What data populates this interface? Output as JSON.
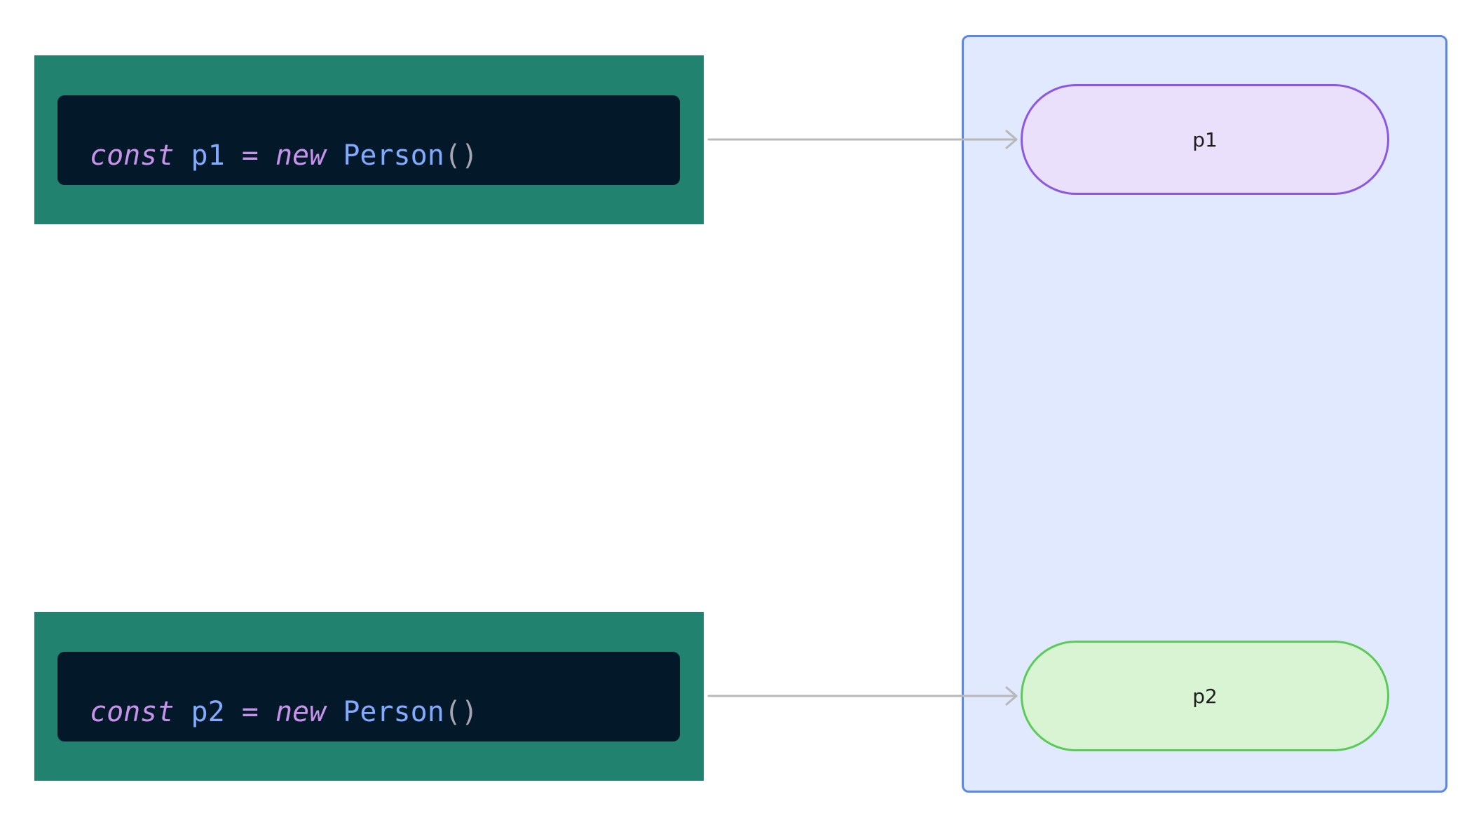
{
  "code_blocks": [
    {
      "keyword_const": "const",
      "variable": "p1",
      "operator": "=",
      "keyword_new": "new",
      "class_name": "Person",
      "parens": "()"
    },
    {
      "keyword_const": "const",
      "variable": "p2",
      "operator": "=",
      "keyword_new": "new",
      "class_name": "Person",
      "parens": "()"
    }
  ],
  "objects": [
    {
      "label": "p1"
    },
    {
      "label": "p2"
    }
  ],
  "colors": {
    "code_card_bg": "#20826f",
    "code_bg": "#03192a",
    "keyword": "#c792ea",
    "identifier": "#82aaff",
    "scope_bg": "#e0e9fd",
    "scope_border": "#5a88e4",
    "p1_fill": "#ebe0fb",
    "p1_border": "#8b57e3",
    "p2_fill": "#d9f4d3",
    "p2_border": "#5bcb58",
    "arrow": "#b8b8b8"
  }
}
